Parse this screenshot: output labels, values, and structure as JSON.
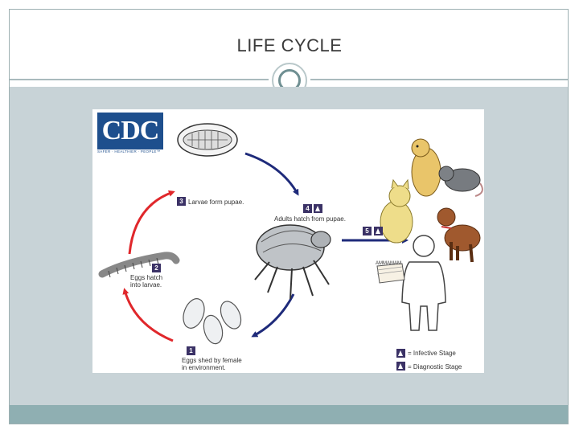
{
  "slide": {
    "title": "LIFE CYCLE"
  },
  "logo": {
    "text": "CDC",
    "tagline": "SAFER · HEALTHIER · PEOPLE™"
  },
  "stages": [
    {
      "number": "1",
      "text": "Eggs shed by female in environment."
    },
    {
      "number": "2",
      "text": "Eggs hatch into larvae."
    },
    {
      "number": "3",
      "text": "Larvae form pupae."
    },
    {
      "number": "4",
      "text": "Adults hatch from pupae."
    },
    {
      "number": "5"
    }
  ],
  "legend": {
    "infective": "= Infective Stage",
    "diagnostic": "= Diagnostic Stage"
  },
  "box_label": "AMMAMAM",
  "colors": {
    "red_arrow": "#e0272b",
    "blue_arrow": "#1e2a7a",
    "badge": "#3b3266",
    "cdc_blue": "#1e4f8d"
  },
  "icons": [
    "cdc-logo",
    "pupa-icon",
    "larva-icon",
    "eggs-icon",
    "flea-icon",
    "prairie-dog-icon",
    "rat-icon",
    "cat-icon",
    "dog-icon",
    "human-icon",
    "box-icon"
  ]
}
